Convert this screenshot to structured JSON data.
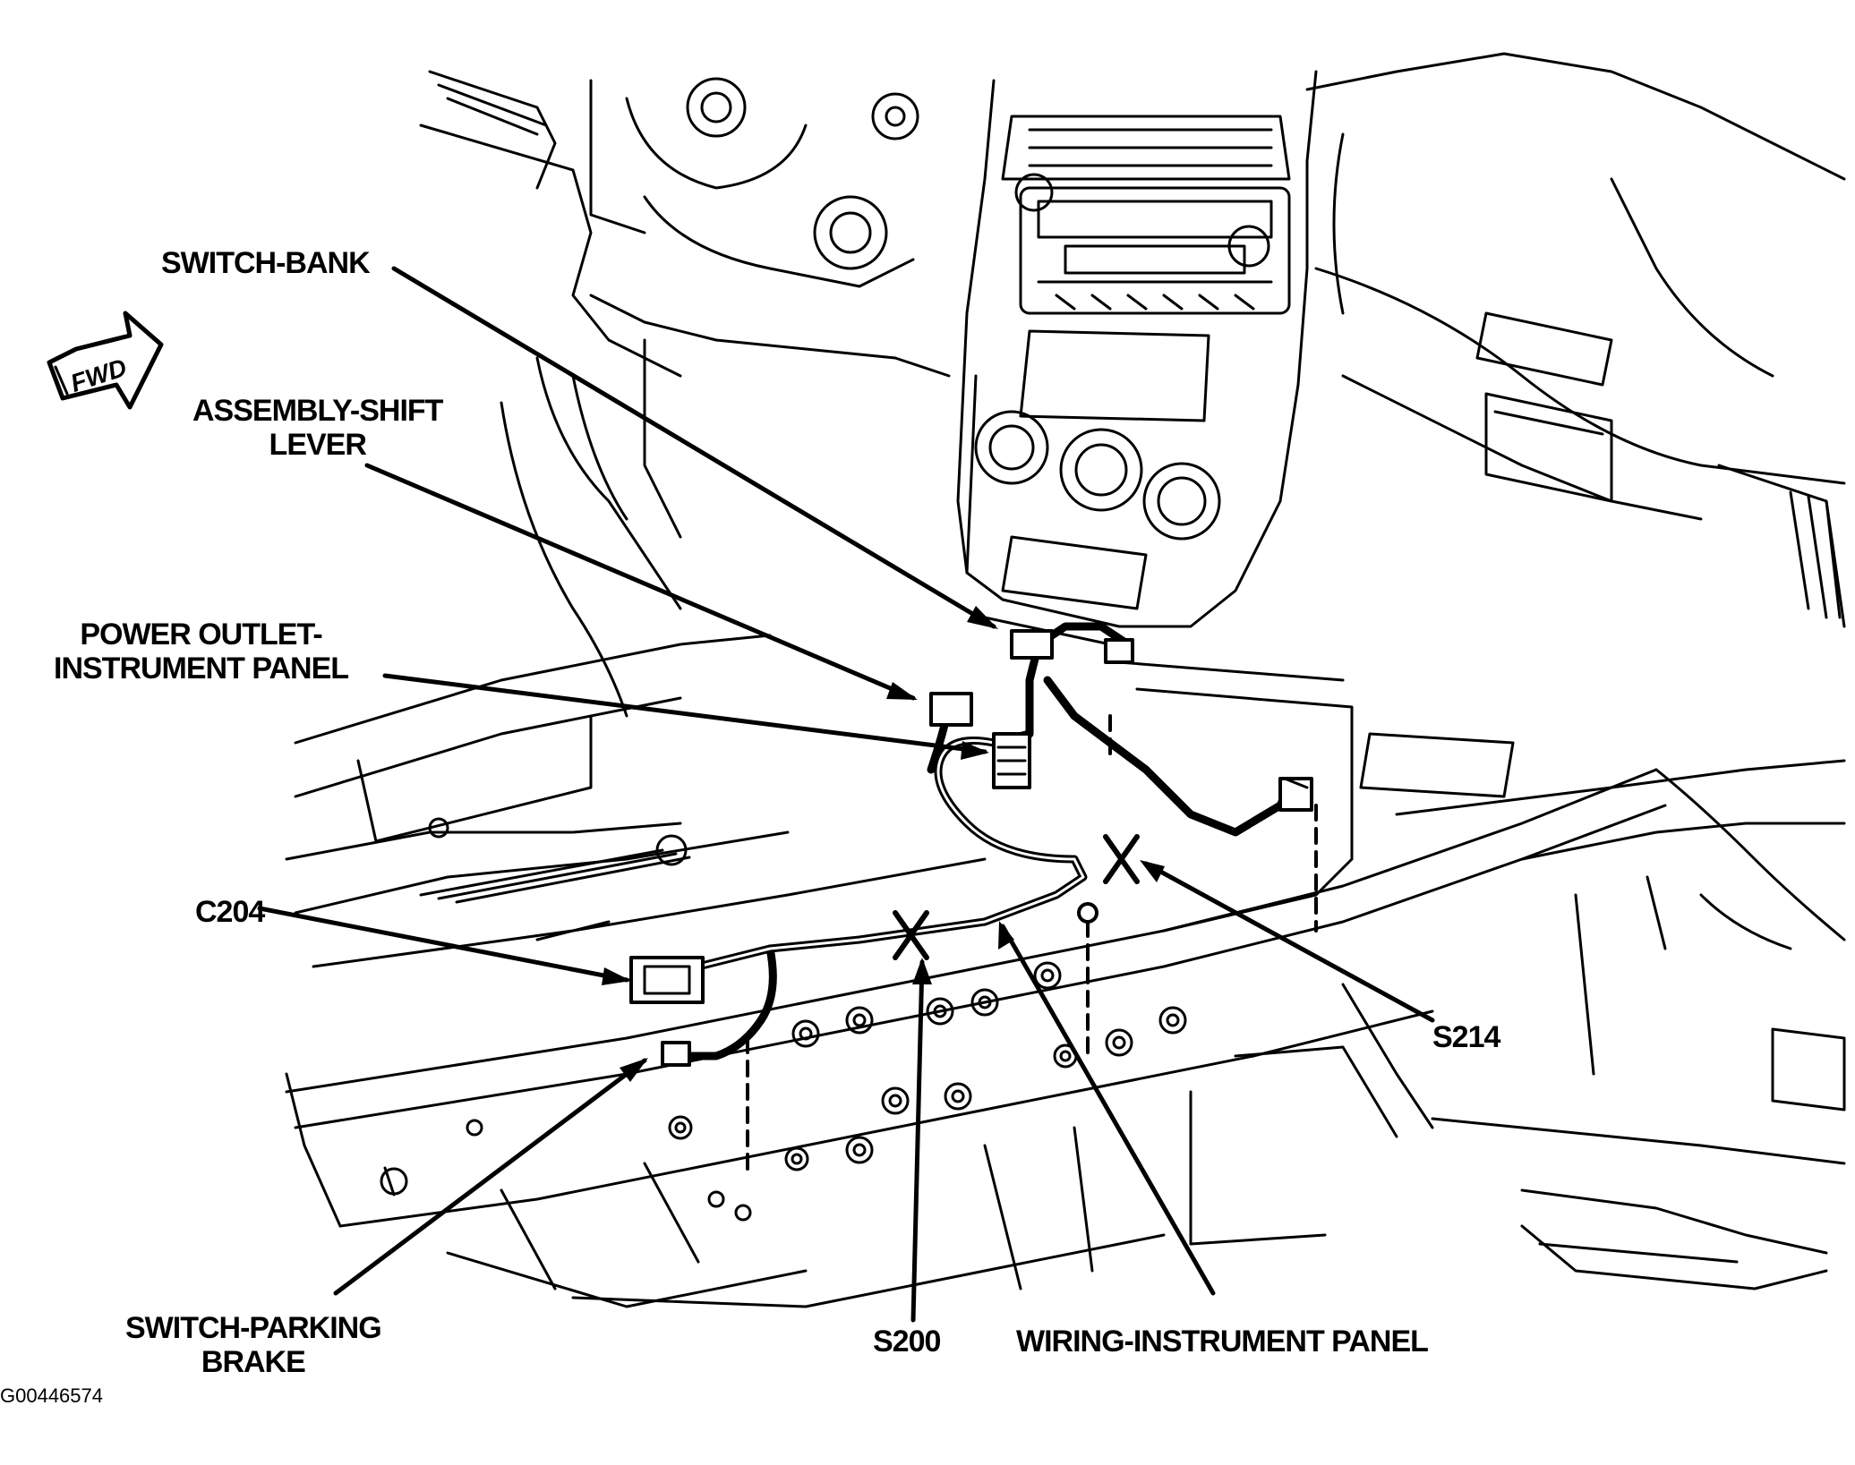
{
  "figure_id": "G00446574",
  "direction_indicator": "FWD",
  "callouts": {
    "switch_bank": "SWITCH-BANK",
    "shift_lever_1": "ASSEMBLY-SHIFT",
    "shift_lever_2": "LEVER",
    "power_outlet_1": "POWER OUTLET-",
    "power_outlet_2": "INSTRUMENT PANEL",
    "c204": "C204",
    "s214": "S214",
    "parking_brake_1": "SWITCH-PARKING",
    "parking_brake_2": "BRAKE",
    "s200": "S200",
    "wiring_ip": "WIRING-INSTRUMENT PANEL"
  }
}
